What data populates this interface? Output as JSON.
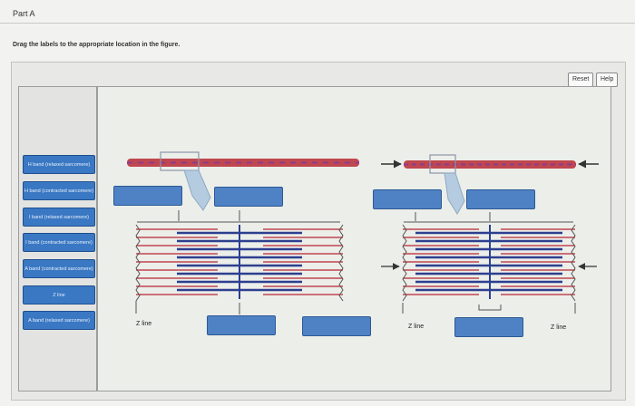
{
  "header": {
    "part": "Part A"
  },
  "instructions": "Drag the labels to the appropriate location in the figure.",
  "buttons": {
    "reset": "Reset",
    "help": "Help"
  },
  "label_bank": [
    "H band (relaxed sarcomere)",
    "H band (contracted sarcomere)",
    "I band (relaxed sarcomere)",
    "I band (contracted sarcomere)",
    "A band (contracted sarcomere)",
    "Z line",
    "A band (relaxed sarcomere)"
  ],
  "figure": {
    "z_line_labels": [
      "Z line",
      "Z line",
      "Z line"
    ]
  },
  "colors": {
    "label_blue": "#3a78c3",
    "target_blue": "#4f82c4",
    "myofibril_red": "#c0474f"
  }
}
